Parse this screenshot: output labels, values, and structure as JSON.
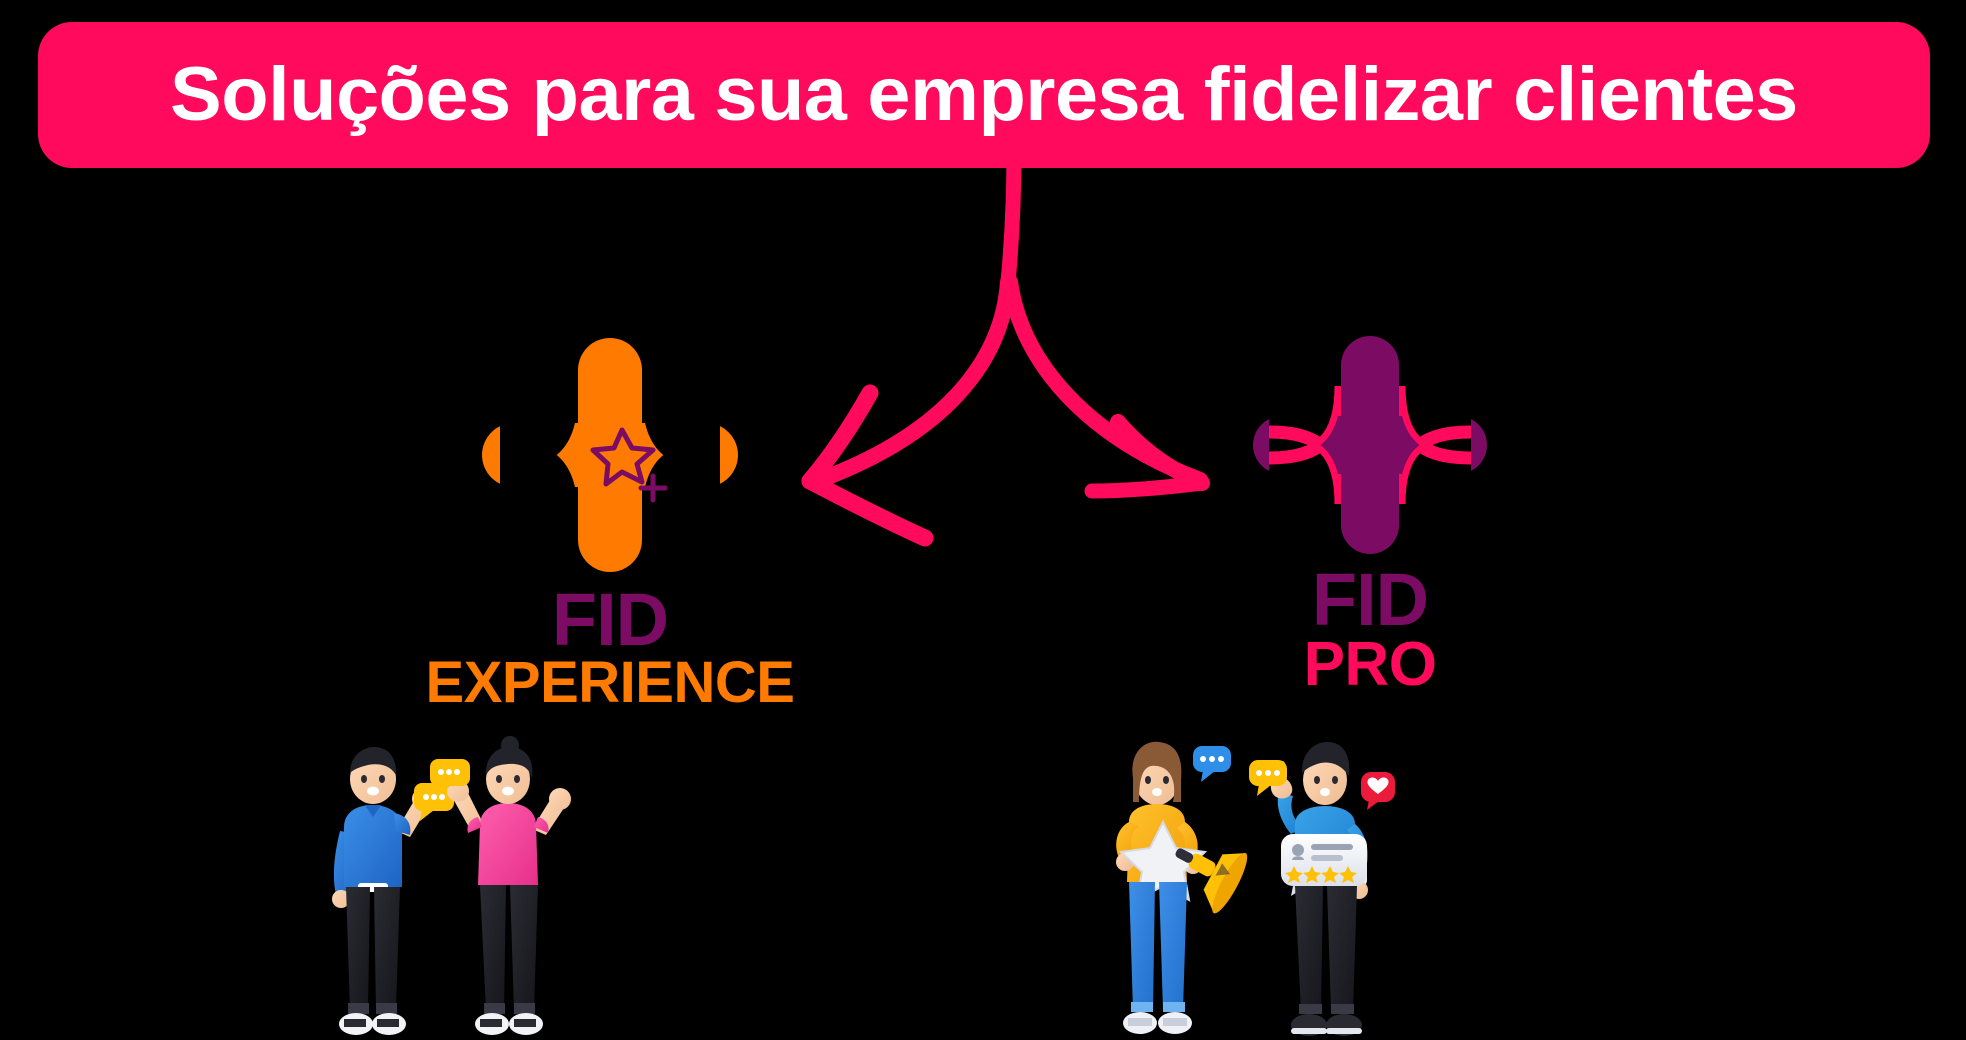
{
  "banner": {
    "title": "Soluções para sua empresa fidelizar clientes",
    "background_color": "#FF0A5C",
    "text_color": "#FFFFFF"
  },
  "arrow": {
    "name": "forked-split-arrow",
    "color": "#FF0A5C",
    "direction": "splits from banner down-left and down-right"
  },
  "products": [
    {
      "id": "fid-experience",
      "mark_icon": "plus-cross-with-star-icon",
      "mark_color": "#FF7A00",
      "accent_color": "#7B0B63",
      "brand": "FID",
      "brand_color": "#7B0B63",
      "subtitle": "EXPERIENCE",
      "subtitle_color": "#FF7A00",
      "illustration": "two-people-celebrating-with-chat-bubbles"
    },
    {
      "id": "fid-pro",
      "mark_icon": "plus-cross-icon",
      "mark_color": "#7B0B63",
      "accent_color": "#FF0A5C",
      "brand": "FID",
      "brand_color": "#7B0B63",
      "subtitle": "PRO",
      "subtitle_color": "#FF0A5C",
      "illustration": "woman-with-star-and-megaphone-man-with-review-card"
    }
  ],
  "palette": {
    "pink": "#FF0A5C",
    "orange": "#FF7A00",
    "purple": "#7B0B63",
    "background": "#000000",
    "white": "#FFFFFF",
    "yellow": "#FFC107",
    "blue": "#1F7FE0",
    "hot_pink": "#F0469B"
  }
}
